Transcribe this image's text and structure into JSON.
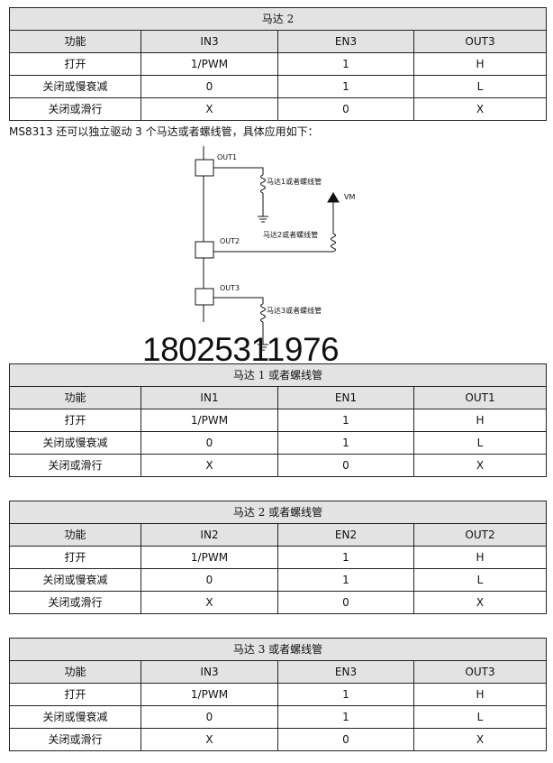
{
  "columns": [
    "功能",
    "",
    "",
    ""
  ],
  "tables": [
    {
      "title": "马达 2",
      "headers": [
        "功能",
        "IN3",
        "EN3",
        "OUT3"
      ],
      "rows": [
        [
          "打开",
          "1/PWM",
          "1",
          "H"
        ],
        [
          "关闭或慢衰减",
          "0",
          "1",
          "L"
        ],
        [
          "关闭或滑行",
          "X",
          "0",
          "X"
        ]
      ]
    },
    {
      "title": "马达 1 或者螺线管",
      "headers": [
        "功能",
        "IN1",
        "EN1",
        "OUT1"
      ],
      "rows": [
        [
          "打开",
          "1/PWM",
          "1",
          "H"
        ],
        [
          "关闭或慢衰减",
          "0",
          "1",
          "L"
        ],
        [
          "关闭或滑行",
          "X",
          "0",
          "X"
        ]
      ]
    },
    {
      "title": "马达 2 或者螺线管",
      "headers": [
        "功能",
        "IN2",
        "EN2",
        "OUT2"
      ],
      "rows": [
        [
          "打开",
          "1/PWM",
          "1",
          "H"
        ],
        [
          "关闭或慢衰减",
          "0",
          "1",
          "L"
        ],
        [
          "关闭或滑行",
          "X",
          "0",
          "X"
        ]
      ]
    },
    {
      "title": "马达 3 或者螺线管",
      "headers": [
        "功能",
        "IN3",
        "EN3",
        "OUT3"
      ],
      "rows": [
        [
          "打开",
          "1/PWM",
          "1",
          "H"
        ],
        [
          "关闭或慢衰减",
          "0",
          "1",
          "L"
        ],
        [
          "关闭或滑行",
          "X",
          "0",
          "X"
        ]
      ]
    }
  ],
  "sentence": "MS8313 还可以独立驱动 3 个马达或者螺线管，具体应用如下：",
  "circuit": {
    "out1": "OUT1",
    "out2": "OUT2",
    "out3": "OUT3",
    "vm": "VM",
    "load1": "马达1或者螺线管",
    "load2": "马达2或者螺线管",
    "load3": "马达3或者螺线管"
  },
  "phone": "18025311976"
}
